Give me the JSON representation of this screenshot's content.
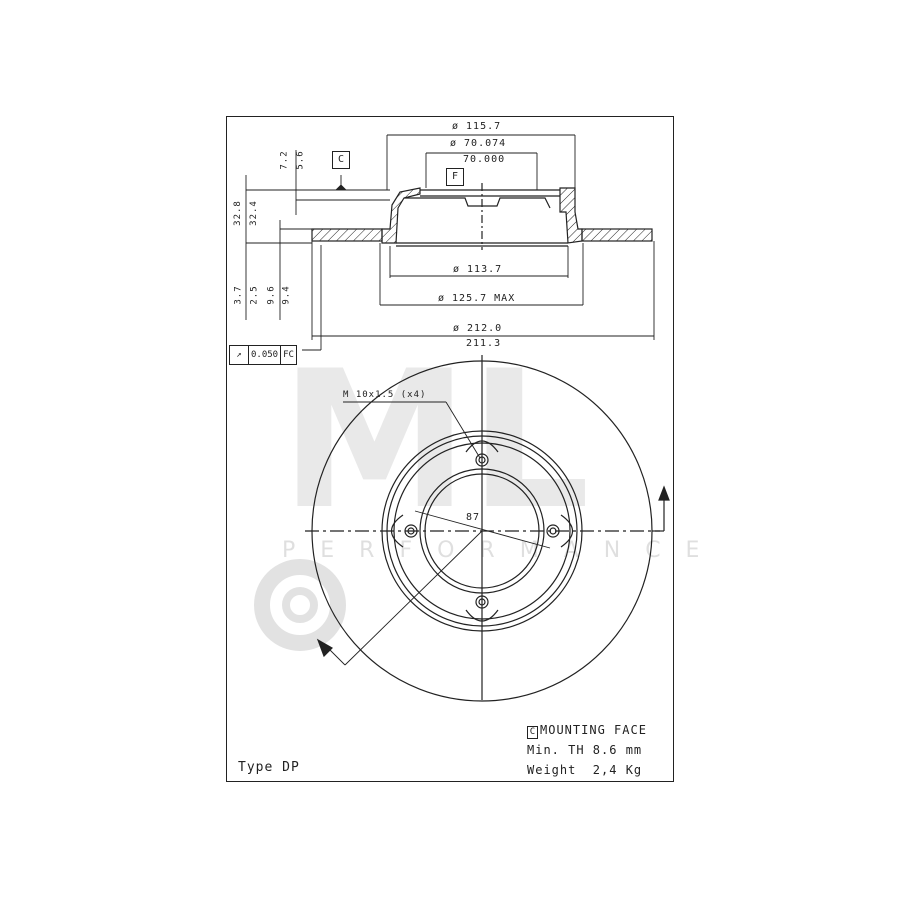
{
  "drawing": {
    "type_label": "Type DP",
    "section_view": {
      "dims": {
        "d_top_outer": "ø 115.7",
        "d_bore_max": "ø 70.074",
        "d_bore_min": "70.000",
        "d_hub_inner": "ø 113.7",
        "d_hat_max": "ø 125.7 MAX",
        "d_outer_max": "ø 212.0",
        "d_outer_min": "211.3",
        "height_top_a": "7.2",
        "height_top_b": "5.6",
        "total_height_a": "32.8",
        "total_height_b": "32.4",
        "offset_a": "3.7",
        "offset_b": "2.5",
        "thickness_a": "9.6",
        "thickness_b": "9.4"
      },
      "datum_c": "C",
      "datum_f": "F"
    },
    "tolerance_frame": {
      "symbol": "runout-arrow",
      "value": "0.050",
      "reference": "FC"
    },
    "front_view": {
      "thread_label": "M 10x1.5 (x4)",
      "pcd_label": "87"
    },
    "info": {
      "mounting_face_marker": "C",
      "mounting_face": "MOUNTING FACE",
      "min_th": "Min. TH 8.6 mm",
      "weight": "Weight  2,4 Kg"
    },
    "watermark": {
      "brand": "ML",
      "tagline": "PERFORMANCE"
    },
    "colors": {
      "line": "#222222",
      "watermark": "#d8d8d8",
      "background": "#ffffff"
    }
  }
}
